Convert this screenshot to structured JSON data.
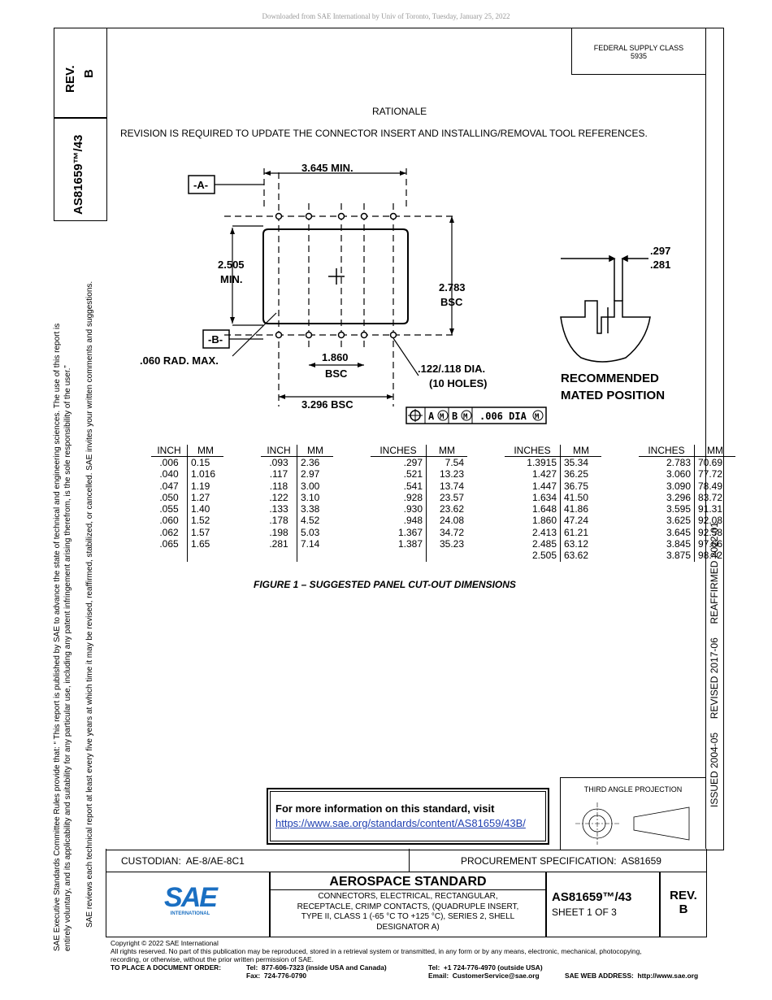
{
  "download_notice": "Downloaded from SAE International by Univ of Toronto, Tuesday, January 25, 2022",
  "left_panel": {
    "rev_label": "REV.",
    "rev_value": "B",
    "doc_number": "AS81659™/43",
    "notice_line1": "SAE Executive Standards Committee Rules provide that: “ This report is published by SAE to advance the state of technical and engineering sciences. The use of this report is",
    "notice_line2": "entirely voluntary, and its applicability and suitability for any particular use, including any patent infringement arising therefrom, is the sole responsibility of the user.”",
    "notice_line3": "SAE reviews each technical report at least every five years at which time it may be revised, reaffirmed, stabilized, or cancelled. SAE invites your written comments and suggestions."
  },
  "federal_supply": {
    "label": "FEDERAL SUPPLY CLASS",
    "value": "5935"
  },
  "rationale": {
    "heading": "RATIONALE",
    "text": "REVISION IS REQUIRED TO UPDATE THE CONNECTOR INSERT AND INSTALLING/REMOVAL TOOL REFERENCES."
  },
  "drawing": {
    "datum_a": "-A-",
    "datum_b": "-B-",
    "dim_top": "3.645 MIN.",
    "dim_left_1": "2.505",
    "dim_left_2": "MIN.",
    "dim_right_1": "2.783",
    "dim_right_2": "BSC",
    "dim_radius": ".060 RAD. MAX.",
    "dim_center_1": "1.860",
    "dim_center_2": "BSC",
    "dim_holes_1": ".122/.118 DIA.",
    "dim_holes_2": "(10 HOLES)",
    "dim_bottom": "3.296 BSC",
    "fcf": [
      ".006 DIA",
      "A",
      "B",
      "M"
    ],
    "mated_dim_1": ".297",
    "mated_dim_2": ".281",
    "mated_caption_1": "RECOMMENDED",
    "mated_caption_2": "MATED POSITION"
  },
  "conversion_table": {
    "groups": [
      {
        "h1": "INCH",
        "h2": "MM",
        "rows": [
          [
            ".006",
            "0.15"
          ],
          [
            ".040",
            "1.016"
          ],
          [
            ".047",
            "1.19"
          ],
          [
            ".050",
            "1.27"
          ],
          [
            ".055",
            "1.40"
          ],
          [
            ".060",
            "1.52"
          ],
          [
            ".062",
            "1.57"
          ],
          [
            ".065",
            "1.65"
          ]
        ]
      },
      {
        "h1": "INCH",
        "h2": "MM",
        "rows": [
          [
            ".093",
            "2.36"
          ],
          [
            ".117",
            "2.97"
          ],
          [
            ".118",
            "3.00"
          ],
          [
            ".122",
            "3.10"
          ],
          [
            ".133",
            "3.38"
          ],
          [
            ".178",
            "4.52"
          ],
          [
            ".198",
            "5.03"
          ],
          [
            ".281",
            "7.14"
          ]
        ]
      },
      {
        "h1": "INCHES",
        "h2": "MM",
        "rows": [
          [
            ".297",
            "7.54"
          ],
          [
            ".521",
            "13.23"
          ],
          [
            ".541",
            "13.74"
          ],
          [
            ".928",
            "23.57"
          ],
          [
            ".930",
            "23.62"
          ],
          [
            ".948",
            "24.08"
          ],
          [
            "1.367",
            "34.72"
          ],
          [
            "1.387",
            "35.23"
          ]
        ]
      },
      {
        "h1": "INCHES",
        "h2": "MM",
        "rows": [
          [
            "1.3915",
            "35.34"
          ],
          [
            "1.427",
            "36.25"
          ],
          [
            "1.447",
            "36.75"
          ],
          [
            "1.634",
            "41.50"
          ],
          [
            "1.648",
            "41.86"
          ],
          [
            "1.860",
            "47.24"
          ],
          [
            "2.413",
            "61.21"
          ],
          [
            "2.485",
            "63.12"
          ],
          [
            "2.505",
            "63.62"
          ]
        ]
      },
      {
        "h1": "INCHES",
        "h2": "MM",
        "rows": [
          [
            "2.783",
            "70.69"
          ],
          [
            "3.060",
            "77.72"
          ],
          [
            "3.090",
            "78.49"
          ],
          [
            "3.296",
            "83.72"
          ],
          [
            "3.595",
            "91.31"
          ],
          [
            "3.625",
            "92.08"
          ],
          [
            "3.645",
            "92.58"
          ],
          [
            "3.845",
            "97.66"
          ],
          [
            "3.875",
            "98.42"
          ]
        ]
      }
    ]
  },
  "figure_caption": "FIGURE 1 – SUGGESTED PANEL CUT-OUT DIMENSIONS",
  "right_strip": "ISSUED 2004-05     REVISED 2017-06     REAFFIRMED 2022-01",
  "info_box": {
    "text": "For more information on this standard, visit",
    "link": "https://www.sae.org/standards/content/AS81659/43B/"
  },
  "third_angle": "THIRD ANGLE PROJECTION",
  "title_block": {
    "custodian": "CUSTODIAN:  AE-8/AE-8C1",
    "procurement": "PROCUREMENT SPECIFICATION:  AS81659",
    "logo": "SAE",
    "logo_sub": "INTERNATIONAL",
    "standard": "AEROSPACE STANDARD",
    "title_lines": [
      "CONNECTORS, ELECTRICAL, RECTANGULAR,",
      "RECEPTACLE, CRIMP CONTACTS, (QUADRUPLE INSERT,",
      "TYPE II, CLASS 1 (-65 °C TO +125 °C), SERIES 2, SHELL",
      "DESIGNATOR A)"
    ],
    "doc_number": "AS81659™/43",
    "sheet": "SHEET 1 OF 3",
    "rev_label": "REV.",
    "rev_value": "B"
  },
  "footer": {
    "copyright": "Copyright © 2022 SAE International",
    "rights_1": "All rights reserved. No part of this publication may be reproduced, stored in a retrieval system or transmitted, in any form or by any means, electronic, mechanical, photocopying,",
    "rights_2": "recording, or otherwise, without the prior written permission of SAE.",
    "order_label": "TO PLACE A DOCUMENT ORDER:",
    "tel_us": "Tel:  877-606-7323 (inside USA and Canada)",
    "fax": "Fax:  724-776-0790",
    "tel_intl": "Tel:  +1 724-776-4970 (outside USA)",
    "email": "Email:  CustomerService@sae.org",
    "web": "SAE WEB ADDRESS:  http://www.sae.org"
  }
}
